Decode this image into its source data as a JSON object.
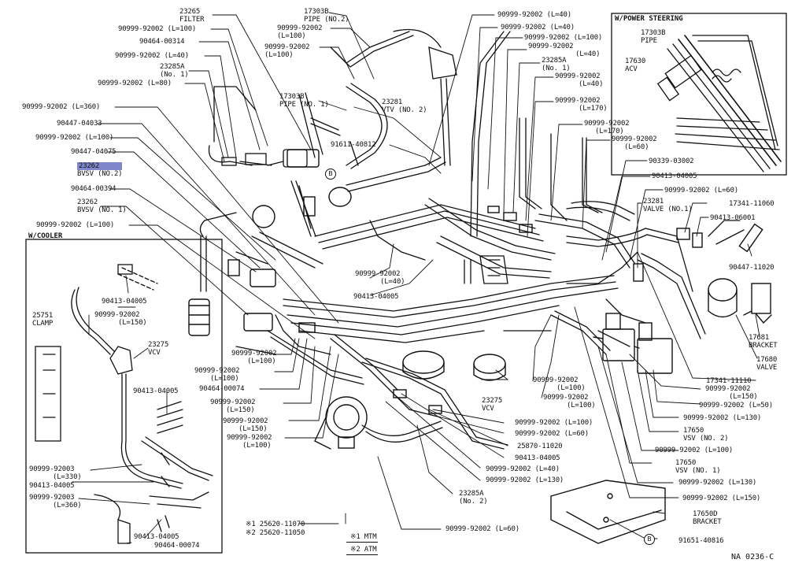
{
  "diagram_code": "NA 0236-C",
  "boxes": {
    "power_steering": {
      "title": "W/POWER STEERING"
    },
    "cooler": {
      "title": "W/COOLER"
    }
  },
  "labels": [
    {
      "id": "filter",
      "line1": "23265",
      "line2": "FILTER"
    },
    {
      "id": "pipe2",
      "line1": "17303B",
      "line2": "PIPE (NO.2)"
    },
    {
      "id": "h100a",
      "line1": "90999-92002 (L=100)"
    },
    {
      "id": "h100b",
      "line1": "90999-92002",
      "line2": "(L=100)"
    },
    {
      "id": "p314",
      "line1": "90464-00314"
    },
    {
      "id": "h100c",
      "line1": "90999-92002",
      "line2": "(L=100)"
    },
    {
      "id": "h40a",
      "line1": "90999-92002 (L=40)"
    },
    {
      "id": "a285n1",
      "line1": "23285A",
      "line2": "(No. 1)"
    },
    {
      "id": "h80",
      "line1": "90999-92002 (L=80)"
    },
    {
      "id": "pipe1",
      "line1": "17303B",
      "line2": "PIPE (NO. 1)"
    },
    {
      "id": "h360",
      "line1": "90999-92002 (L=360)"
    },
    {
      "id": "c033",
      "line1": "90447-04033"
    },
    {
      "id": "h100d",
      "line1": "90999-92002 (L=100)"
    },
    {
      "id": "c075",
      "line1": "90447-04075"
    },
    {
      "id": "bvsv2",
      "line1": "23262",
      "line2": "BVSV (NO.2)"
    },
    {
      "id": "p394",
      "line1": "90464-00394"
    },
    {
      "id": "bvsv1",
      "line1": "23262",
      "line2": "BVSV (NO. 1)"
    },
    {
      "id": "h100e",
      "line1": "90999-92002 (L=100)"
    },
    {
      "id": "vtv2",
      "line1": "23281",
      "line2": "VTV (NO. 2)"
    },
    {
      "id": "b812",
      "line1": "91611-40812"
    },
    {
      "id": "r40a",
      "line1": "90999-92002 (L=40)"
    },
    {
      "id": "r40b",
      "line1": "90999-92002 (L=40)"
    },
    {
      "id": "r100",
      "line1": "90999-92002 (L=100)"
    },
    {
      "id": "r40c",
      "line1": "90999-92002",
      "line2": "(L=40)"
    },
    {
      "id": "a285r",
      "line1": "23285A",
      "line2": "(No. 1)"
    },
    {
      "id": "r40d",
      "line1": "90999-92002",
      "line2": "(L=40)"
    },
    {
      "id": "r170a",
      "line1": "90999-92002",
      "line2": "(L=170)"
    },
    {
      "id": "r170b",
      "line1": "90999-92002",
      "line2": "(L=170)"
    },
    {
      "id": "r60a",
      "line1": "90999-92002",
      "line2": "(L=60)"
    },
    {
      "id": "s002",
      "line1": "90339-03002"
    },
    {
      "id": "j005a",
      "line1": "90413-04005"
    },
    {
      "id": "r60b",
      "line1": "90999-92002 (L=60)"
    },
    {
      "id": "vtv1",
      "line1": "23281",
      "line2": "VALVE (NO.1)"
    },
    {
      "id": "p1060",
      "line1": "17341-11060"
    },
    {
      "id": "j001",
      "line1": "90413-06001"
    },
    {
      "id": "c020",
      "line1": "90447-11020"
    },
    {
      "id": "pspipe",
      "line1": "17303B",
      "line2": "PIPE"
    },
    {
      "id": "acv",
      "line1": "17630",
      "line2": "ACV"
    },
    {
      "id": "clamp",
      "line1": "25751",
      "line2": "CLAMP"
    },
    {
      "id": "cj005",
      "line1": "90413-04005"
    },
    {
      "id": "ch150",
      "line1": "90999-92002",
      "line2": "(L=150)"
    },
    {
      "id": "cvcv",
      "line1": "23275",
      "line2": "VCV"
    },
    {
      "id": "cj005b",
      "line1": "90413-04005"
    },
    {
      "id": "c330",
      "line1": "90999-92003",
      "line2": "(L=330)"
    },
    {
      "id": "cj005c",
      "line1": "90413-04005"
    },
    {
      "id": "c360",
      "line1": "90999-92003",
      "line2": "(L=360)"
    },
    {
      "id": "cj005d",
      "line1": "90413-04005"
    },
    {
      "id": "cp074",
      "line1": "90464-00074"
    },
    {
      "id": "m40",
      "line1": "90999-92002",
      "line2": "(L=40)"
    },
    {
      "id": "mj005",
      "line1": "90413-04005"
    },
    {
      "id": "l100a",
      "line1": "90999-92002",
      "line2": "(L=100)"
    },
    {
      "id": "l100b",
      "line1": "90999-92002",
      "line2": "(L=100)"
    },
    {
      "id": "p074",
      "line1": "90464-00074"
    },
    {
      "id": "l150a",
      "line1": "90999-92002",
      "line2": "(L=150)"
    },
    {
      "id": "l150b",
      "line1": "90999-92002",
      "line2": "(L=150)"
    },
    {
      "id": "l100c",
      "line1": "90999-92002",
      "line2": "(L=100)"
    },
    {
      "id": "vcv",
      "line1": "23275",
      "line2": "VCV"
    },
    {
      "id": "b100a",
      "line1": "90999-92002",
      "line2": "(L=100)"
    },
    {
      "id": "b100b",
      "line1": "90999-92002",
      "line2": "(L=100)"
    },
    {
      "id": "b100c",
      "line1": "90999-92002 (L=100)"
    },
    {
      "id": "b60a",
      "line1": "90999-92002 (L=60)"
    },
    {
      "id": "b020",
      "line1": "25870-11020"
    },
    {
      "id": "bj005",
      "line1": "90413-04005"
    },
    {
      "id": "b40",
      "line1": "90999-92002 (L=40)"
    },
    {
      "id": "b130a",
      "line1": "90999-92002 (L=130)"
    },
    {
      "id": "a285n2",
      "line1": "23285A",
      "line2": "(No. 2)"
    },
    {
      "id": "b60b",
      "line1": "90999-92002 (L=60)"
    },
    {
      "id": "p1110",
      "line1": "17341-11110"
    },
    {
      "id": "x150",
      "line1": "90999-92002",
      "line2": "(L=150)"
    },
    {
      "id": "x50",
      "line1": "90999-92002 (L=50)"
    },
    {
      "id": "x130",
      "line1": "90999-92002 (L=130)"
    },
    {
      "id": "vsv2",
      "line1": "17650",
      "line2": "VSV (NO. 2)"
    },
    {
      "id": "x100",
      "line1": "90999-92002 (L=100)"
    },
    {
      "id": "vsv1",
      "line1": "17650",
      "line2": "VSV (NO. 1)"
    },
    {
      "id": "x130b",
      "line1": "90999-92002 (L=130)"
    },
    {
      "id": "x150b",
      "line1": "90999-92002 (L=150)"
    },
    {
      "id": "br1",
      "line1": "17681",
      "line2": "BRACKET"
    },
    {
      "id": "valve",
      "line1": "17680",
      "line2": "VALVE"
    },
    {
      "id": "br2",
      "line1": "17650D",
      "line2": "BRACKET"
    },
    {
      "id": "b816",
      "line1": "91651-40816"
    },
    {
      "id": "pt070",
      "line1": "※1  25620-11070"
    },
    {
      "id": "pt050",
      "line1": "※2  25620-11050"
    },
    {
      "id": "mtm",
      "line1": "※1 MTM"
    },
    {
      "id": "atm",
      "line1": "※2 ATM"
    }
  ],
  "circle_markers": [
    {
      "id": "b_top",
      "text": "B"
    },
    {
      "id": "b_bottom",
      "text": "B"
    }
  ]
}
